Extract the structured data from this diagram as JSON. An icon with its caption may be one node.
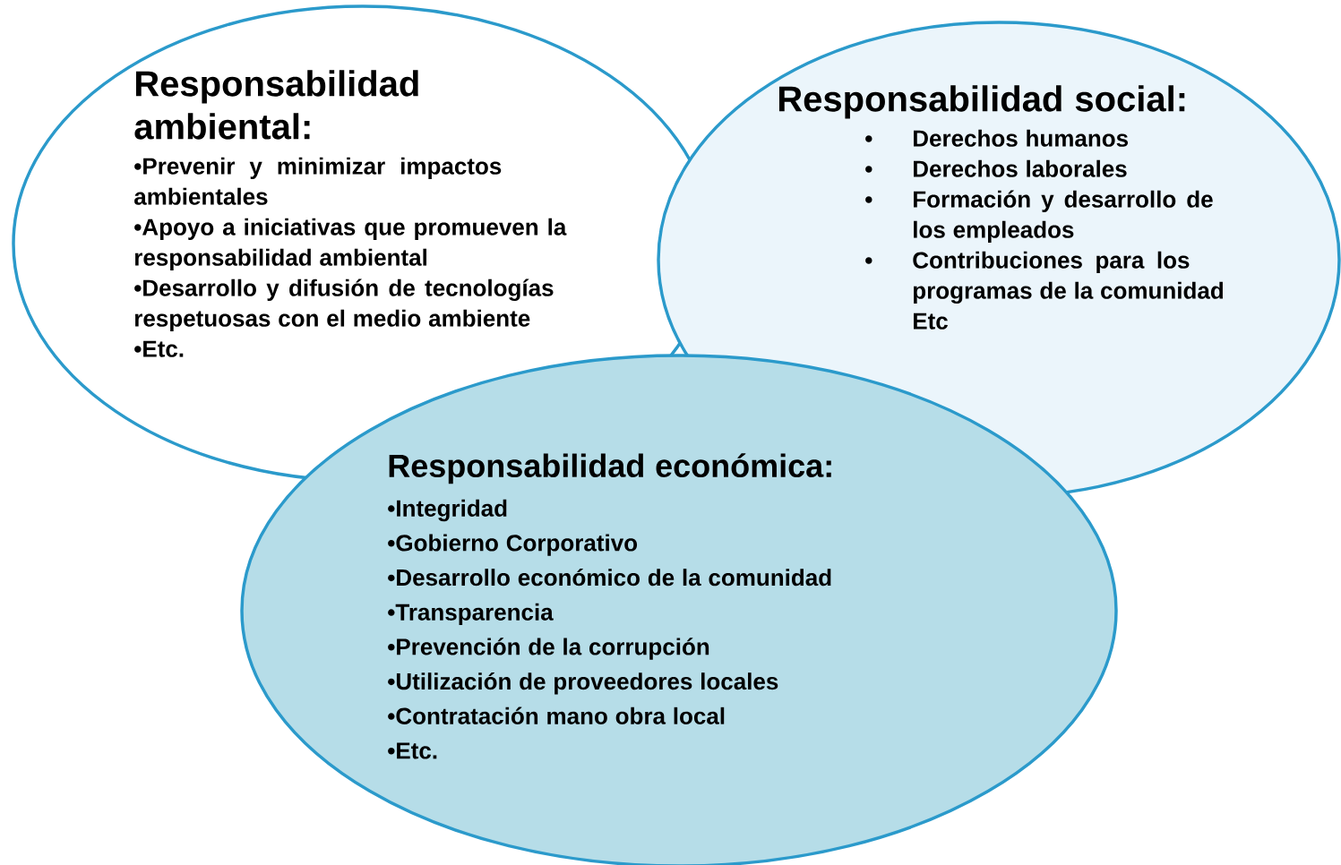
{
  "diagram": {
    "nodes": [
      {
        "text": [
          "Responsabilidad ambiental:",
          "•Prevenir y minimizar impactos ambientales",
          "•Apoyo a iniciativas que promueven la responsabilidad ambiental",
          "•Desarrollo y difusión de tecnologías respetuosas con el medio ambiente",
          "•Etc."
        ]
      },
      {
        "text": [
          "Responsabilidad social:",
          "•",
          "Derechos humanos",
          "•",
          "Derechos laborales",
          "•",
          "Formación y desarrollo de los empleados",
          "•",
          "Contribuciones para los programas de la comunidad",
          "Etc"
        ]
      },
      {
        "text": [
          "Responsabilidad económica:",
          "•Integridad",
          "•Gobierno Corporativo",
          "•Desarrollo económico de la comunidad",
          "•Transparencia",
          "•Prevención de la corrupción",
          "•Utilización de proveedores locales",
          "•Contratación mano obra local",
          "•Etc."
        ]
      }
    ]
  }
}
